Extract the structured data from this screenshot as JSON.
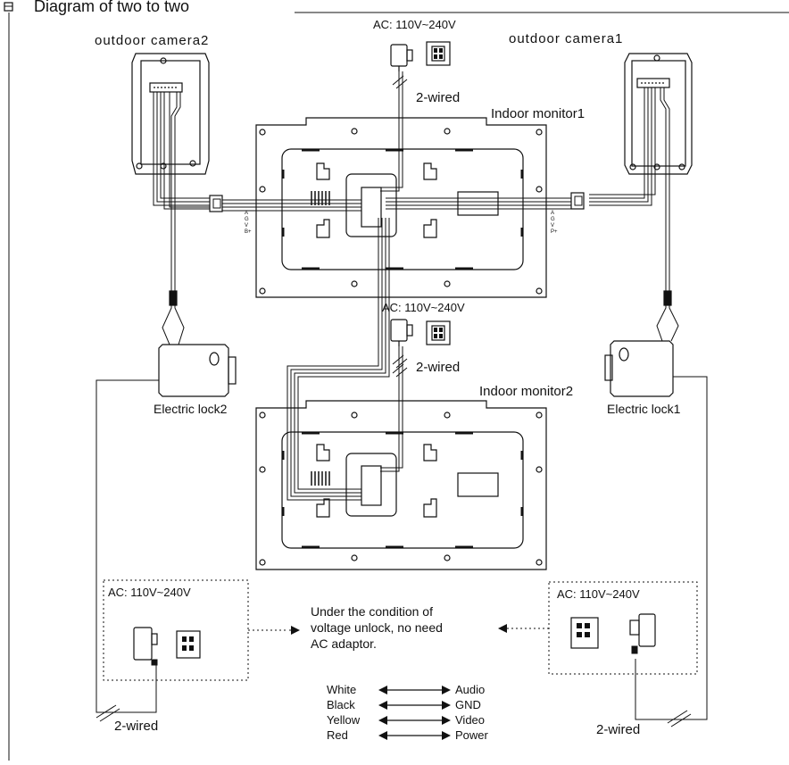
{
  "title": "Diagram of two to two",
  "labels": {
    "outdoor_camera2": "outdoor camera2",
    "outdoor_camera1": "outdoor camera1",
    "ac_top": "AC: 110V~240V",
    "ac_mid": "AC: 110V~240V",
    "ac_left": "AC: 110V~240V",
    "ac_right": "AC: 110V~240V",
    "wired_top": "2-wired",
    "wired_mid": "2-wired",
    "wired_left": "2-wired",
    "wired_right": "2-wired",
    "indoor_monitor1": "Indoor monitor1",
    "indoor_monitor2": "Indoor monitor2",
    "electric_lock2": "Electric lock2",
    "electric_lock1": "Electric lock1",
    "unlock_note_1": "Under the condition of",
    "unlock_note_2": "voltage unlock, no need",
    "unlock_note_3": "AC adaptor.",
    "terminal_left": [
      "A",
      "G",
      "V",
      "B+"
    ],
    "terminal_right": [
      "A",
      "G",
      "V",
      "P+"
    ]
  },
  "legend": [
    {
      "color": "White",
      "signal": "Audio"
    },
    {
      "color": "Black",
      "signal": "GND"
    },
    {
      "color": "Yellow",
      "signal": "Video"
    },
    {
      "color": "Red",
      "signal": "Power"
    }
  ]
}
